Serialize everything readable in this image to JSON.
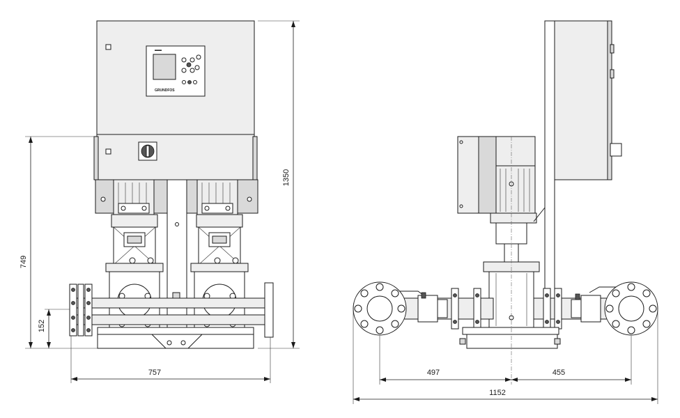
{
  "front_view": {
    "width_label": "757",
    "height_total_label": "1350",
    "height_base_label": "749",
    "inlet_height_label": "152",
    "brand_label": "GRUNDFOS"
  },
  "side_view": {
    "left_span_label": "497",
    "right_span_label": "455",
    "total_span_label": "1152"
  }
}
